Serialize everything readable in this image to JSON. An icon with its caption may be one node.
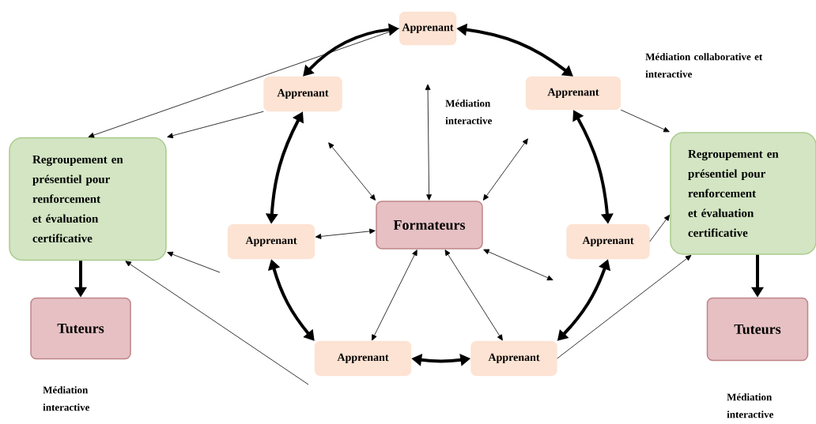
{
  "diagram": {
    "nodes": [
      {
        "text": [
          "Apprenant"
        ]
      },
      {
        "text": [
          "Apprenant"
        ]
      },
      {
        "text": [
          "Apprenant"
        ]
      },
      {
        "text": [
          "Regroupement en présentiel pour renforcement et évaluation certificative"
        ]
      },
      {
        "text": [
          "Formateurs"
        ]
      },
      {
        "text": [
          "Regroupement en présentiel pour renforcement et évaluation certificative"
        ]
      },
      {
        "text": [
          "Apprenant"
        ]
      },
      {
        "text": [
          "Apprenant"
        ]
      },
      {
        "text": [
          "Tuteurs"
        ]
      },
      {
        "text": [
          "Tuteurs"
        ]
      },
      {
        "text": [
          "Apprenant"
        ]
      },
      {
        "text": [
          "Apprenant"
        ]
      }
    ],
    "edges": [
      {
        "from": 0,
        "to": 1,
        "arrow": "both",
        "style": "thick"
      },
      {
        "from": 0,
        "to": 2,
        "arrow": "both",
        "style": "thick"
      },
      {
        "from": 1,
        "to": 6,
        "arrow": "both",
        "style": "thick"
      },
      {
        "from": 2,
        "to": 7,
        "arrow": "both",
        "style": "thick"
      },
      {
        "from": 6,
        "to": 10,
        "arrow": "both",
        "style": "thick"
      },
      {
        "from": 7,
        "to": 11,
        "arrow": "both",
        "style": "thick"
      },
      {
        "from": 10,
        "to": 11,
        "arrow": "both",
        "style": "thick"
      },
      {
        "from": 0,
        "to": 3,
        "arrow": "to"
      },
      {
        "from": 1,
        "to": 3,
        "arrow": "to"
      },
      {
        "from": 2,
        "to": 5,
        "arrow": "to"
      },
      {
        "from": 7,
        "to": 5,
        "arrow": "to"
      },
      {
        "from": 11,
        "to": 5,
        "arrow": "to"
      },
      {
        "from": null,
        "to": 3,
        "arrow": "to"
      },
      {
        "from": null,
        "to": 3,
        "arrow": "to"
      },
      {
        "from": 4,
        "to": null,
        "arrow": "both"
      },
      {
        "from": 4,
        "to": null,
        "arrow": "both"
      },
      {
        "from": 4,
        "to": null,
        "arrow": "both"
      },
      {
        "from": 4,
        "to": null,
        "arrow": "both"
      },
      {
        "from": 4,
        "to": 6,
        "arrow": "both"
      },
      {
        "from": 4,
        "to": 10,
        "arrow": "both"
      },
      {
        "from": 4,
        "to": 11,
        "arrow": "both"
      },
      {
        "from": 3,
        "to": 8,
        "arrow": "to",
        "style": "thick"
      },
      {
        "from": 5,
        "to": 9,
        "arrow": "to",
        "style": "thick"
      }
    ],
    "labels": [
      "Médiation interactive",
      "Médiation collaborative et interactive",
      "Médiation interactive",
      "Médiation interactive"
    ]
  }
}
